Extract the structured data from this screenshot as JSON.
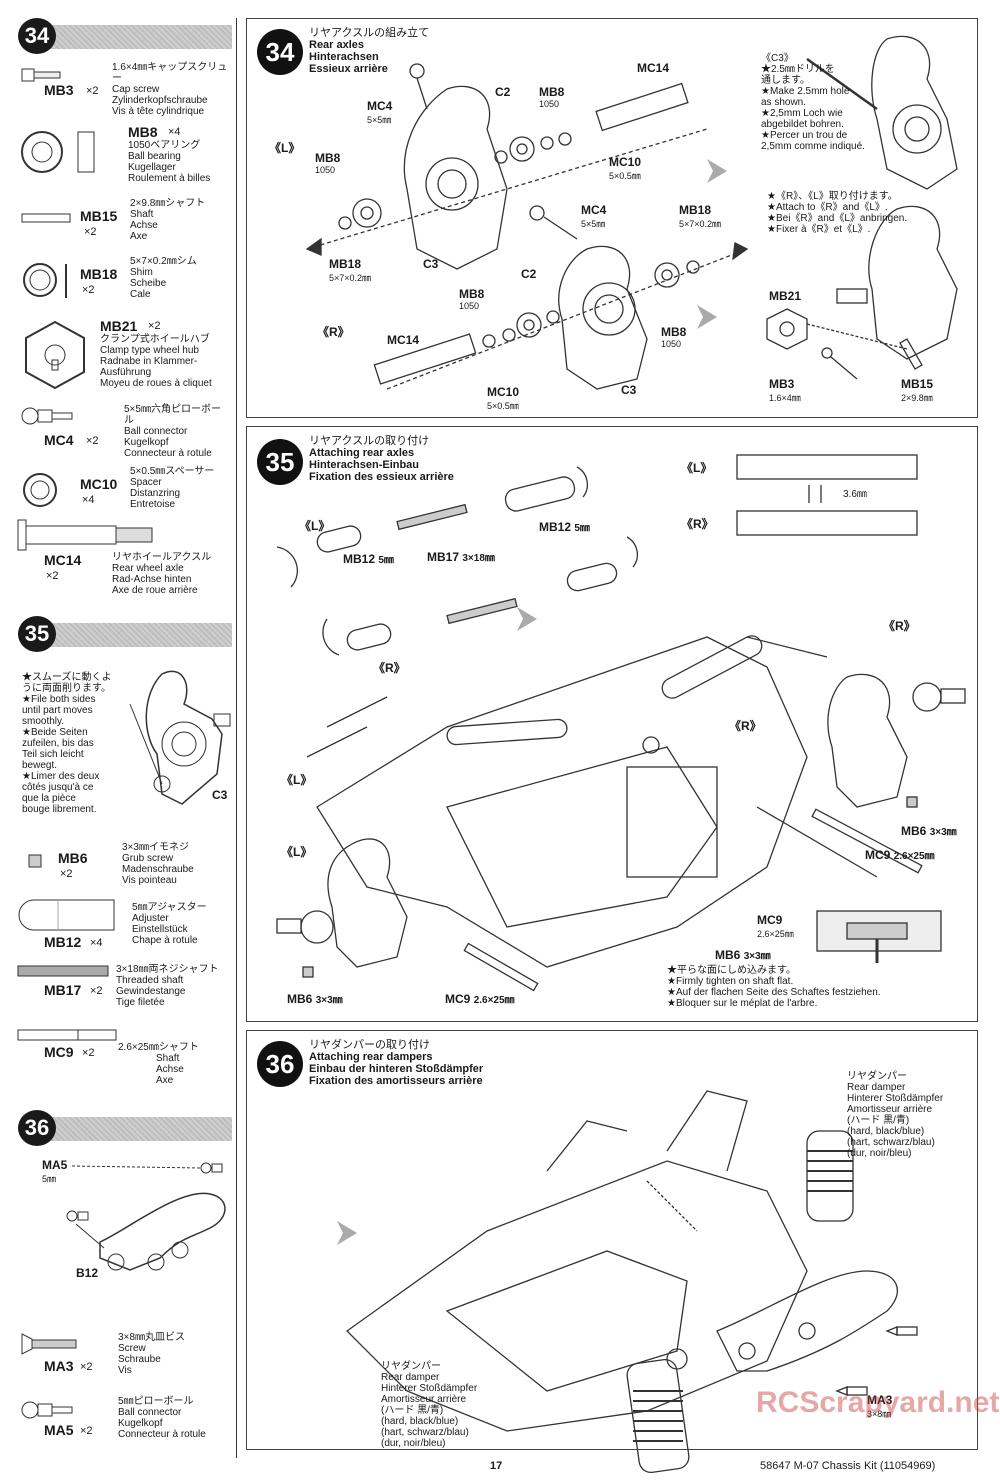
{
  "left": {
    "s34": {
      "num": "34"
    },
    "s35": {
      "num": "35"
    },
    "s36": {
      "num": "36"
    },
    "parts": {
      "mb3": {
        "code": "MB3",
        "qty": "×2",
        "desc": [
          "1.6×4㎜キャップスクリュー",
          "Cap screw",
          "Zylinderkopfschraube",
          "Vis à tête cylindrique"
        ]
      },
      "mb8": {
        "code": "MB8",
        "qty": "×4",
        "desc": [
          "1050ベアリング",
          "Ball bearing",
          "Kugellager",
          "Roulement à billes"
        ]
      },
      "mb15": {
        "code": "MB15",
        "qty": "×2",
        "desc": [
          "2×9.8㎜シャフト",
          "Shaft",
          "Achse",
          "Axe"
        ]
      },
      "mb18": {
        "code": "MB18",
        "qty": "×2",
        "desc": [
          "5×7×0.2㎜シム",
          "Shim",
          "Scheibe",
          "Cale"
        ]
      },
      "mb21": {
        "code": "MB21",
        "qty": "×2",
        "desc": [
          "クランプ式ホイールハブ",
          "Clamp type wheel hub",
          "Radnabe in Klammer-",
          "Ausführung",
          "Moyeu de roues à cliquet"
        ]
      },
      "mc4": {
        "code": "MC4",
        "qty": "×2",
        "desc": [
          "5×5㎜六角ピローボール",
          "Ball connector",
          "Kugelkopf",
          "Connecteur à rotule"
        ]
      },
      "mc10": {
        "code": "MC10",
        "qty": "×4",
        "desc": [
          "5×0.5㎜スペーサー",
          "Spacer",
          "Distanzring",
          "Entretoise"
        ]
      },
      "mc14": {
        "code": "MC14",
        "qty": "×2",
        "desc": [
          "リヤホイールアクスル",
          "Rear wheel axle",
          "Rad-Achse hinten",
          "Axe de roue arrière"
        ]
      },
      "mb6": {
        "code": "MB6",
        "qty": "×2",
        "desc": [
          "3×3㎜イモネジ",
          "Grub screw",
          "Madenschraube",
          "Vis pointeau"
        ]
      },
      "mb12": {
        "code": "MB12",
        "qty": "×4",
        "desc": [
          "5㎜アジャスター",
          "Adjuster",
          "Einstellstück",
          "Chape à rotule"
        ]
      },
      "mb17": {
        "code": "MB17",
        "qty": "×2",
        "desc": [
          "3×18㎜両ネジシャフト",
          "Threaded shaft",
          "Gewindestange",
          "Tige filetée"
        ]
      },
      "mc9": {
        "code": "MC9",
        "qty": "×2",
        "desc": [
          "2.6×25㎜シャフト",
          "Shaft",
          "Achse",
          "Axe"
        ]
      },
      "ma3": {
        "code": "MA3",
        "qty": "×2",
        "desc": [
          "3×8㎜丸皿ビス",
          "Screw",
          "Schraube",
          "Vis"
        ]
      },
      "ma5": {
        "code": "MA5",
        "qty": "×2",
        "desc": [
          "5㎜ピローボール",
          "Ball connector",
          "Kugelkopf",
          "Connecteur à rotule"
        ]
      }
    },
    "tip35": [
      "★スムーズに動くよ",
      "うに両面削ります。",
      "★File both sides",
      "until part moves",
      "smoothly.",
      "★Beide Seiten",
      "zufeilen, bis das",
      "Teil sich leicht",
      "bewegt.",
      "★Limer des deux",
      "côtés jusqu'à ce",
      "que la pièce",
      "bouge librement."
    ],
    "c3": "C3",
    "ma5_label": "MA5",
    "ma5_size": "5㎜",
    "b12": "B12"
  },
  "step34": {
    "num": "34",
    "title": [
      "リヤアクスルの組み立て",
      "Rear axles",
      "Hinterachsen",
      "Essieux arrière"
    ],
    "L": "《L》",
    "R": "《R》",
    "labels": {
      "mc4a": "MC4",
      "mc4a_s": "5×5㎜",
      "c2a": "C2",
      "mb8a": "MB8",
      "mb8a_s": "1050",
      "mc14a": "MC14",
      "mb8b": "MB8",
      "mb8b_s": "1050",
      "mc10a": "MC10",
      "mc10a_s": "5×0.5㎜",
      "mb18a": "MB18",
      "mb18a_s": "5×7×0.2㎜",
      "c3a": "C3",
      "mc4b": "MC4",
      "mc4b_s": "5×5㎜",
      "mb18b": "MB18",
      "mb18b_s": "5×7×0.2㎜",
      "c2b": "C2",
      "mb8c": "MB8",
      "mb8c_s": "1050",
      "mc14b": "MC14",
      "mc10b": "MC10",
      "mc10b_s": "5×0.5㎜",
      "mb8d": "MB8",
      "mb8d_s": "1050",
      "c3b": "C3",
      "mb21": "MB21",
      "mb3": "MB3",
      "mb3_s": "1.6×4㎜",
      "mb15": "MB15",
      "mb15_s": "2×9.8㎜"
    },
    "c3note": [
      "《C3》",
      "★2.5㎜ドリルを",
      "通します。",
      "★Make 2.5mm hole",
      "as shown.",
      "★2,5mm Loch wie",
      "abgebildet bohren.",
      "★Percer un trou de",
      "2,5mm comme indiqué."
    ],
    "attach": [
      "★《R》、《L》取り付けます。",
      "★Attach to《R》and《L》.",
      "★Bei《R》and《L》anbringen.",
      "★Fixer à《R》et《L》."
    ]
  },
  "step35": {
    "num": "35",
    "title": [
      "リヤアクスルの取り付け",
      "Attaching rear axles",
      "Hinterachsen-Einbau",
      "Fixation des essieux arrière"
    ],
    "labels": {
      "L1": "《L》",
      "R1": "《R》",
      "L2": "《L》",
      "R2": "《R》",
      "R3": "《R》",
      "L3": "《L》",
      "L4": "《L》",
      "mb12a": "MB12",
      "mb12a_s": "5㎜",
      "mb17": "MB17",
      "mb17_s": "3×18㎜",
      "mb12b": "MB12",
      "mb12b_s": "5㎜",
      "mb6a": "MB6",
      "mb6a_s": "3×3㎜",
      "mc9a": "MC9",
      "mc9a_s": "2.6×25㎜",
      "mb6b": "MB6",
      "mb6b_s": "3×3㎜",
      "mc9b": "MC9",
      "mc9b_s": "2.6×25㎜",
      "mc9c": "MC9",
      "mc9c_s": "2.6×25㎜",
      "mb6c": "MB6",
      "mb6c_s": "3×3㎜",
      "dim": "3.6㎜",
      "dL": "《L》",
      "dR": "《R》"
    },
    "flat": [
      "★平らな面にしめ込みます。",
      "★Firmly tighten on shaft flat.",
      "★Auf der flachen Seite des Schaftes festziehen.",
      "★Bloquer sur le méplat de l'arbre."
    ]
  },
  "step36": {
    "num": "36",
    "title": [
      "リヤダンパーの取り付け",
      "Attaching rear dampers",
      "Einbau der hinteren Stoßdämpfer",
      "Fixation des amortisseurs arrière"
    ],
    "damperR": [
      "リヤダンパー",
      "Rear damper",
      "Hinterer Stoßdämpfer",
      "Amortisseur arrière",
      "(ハード 黒/青)",
      "(hard, black/blue)",
      "(hart, schwarz/blau)",
      "(dur, noir/bleu)"
    ],
    "damperL": [
      "リヤダンパー",
      "Rear damper",
      "Hinterer Stoßdämpfer",
      "Amortisseur arrière",
      "(ハード 黒/青)",
      "(hard, black/blue)",
      "(hart, schwarz/blau)",
      "(dur, noir/bleu)"
    ],
    "ma3": "MA3",
    "ma3_s": "3×8㎜"
  },
  "footer": {
    "page": "17",
    "kit": "58647 M-07 Chassis Kit (11054969)",
    "watermark": "RCScrapyard.net"
  }
}
